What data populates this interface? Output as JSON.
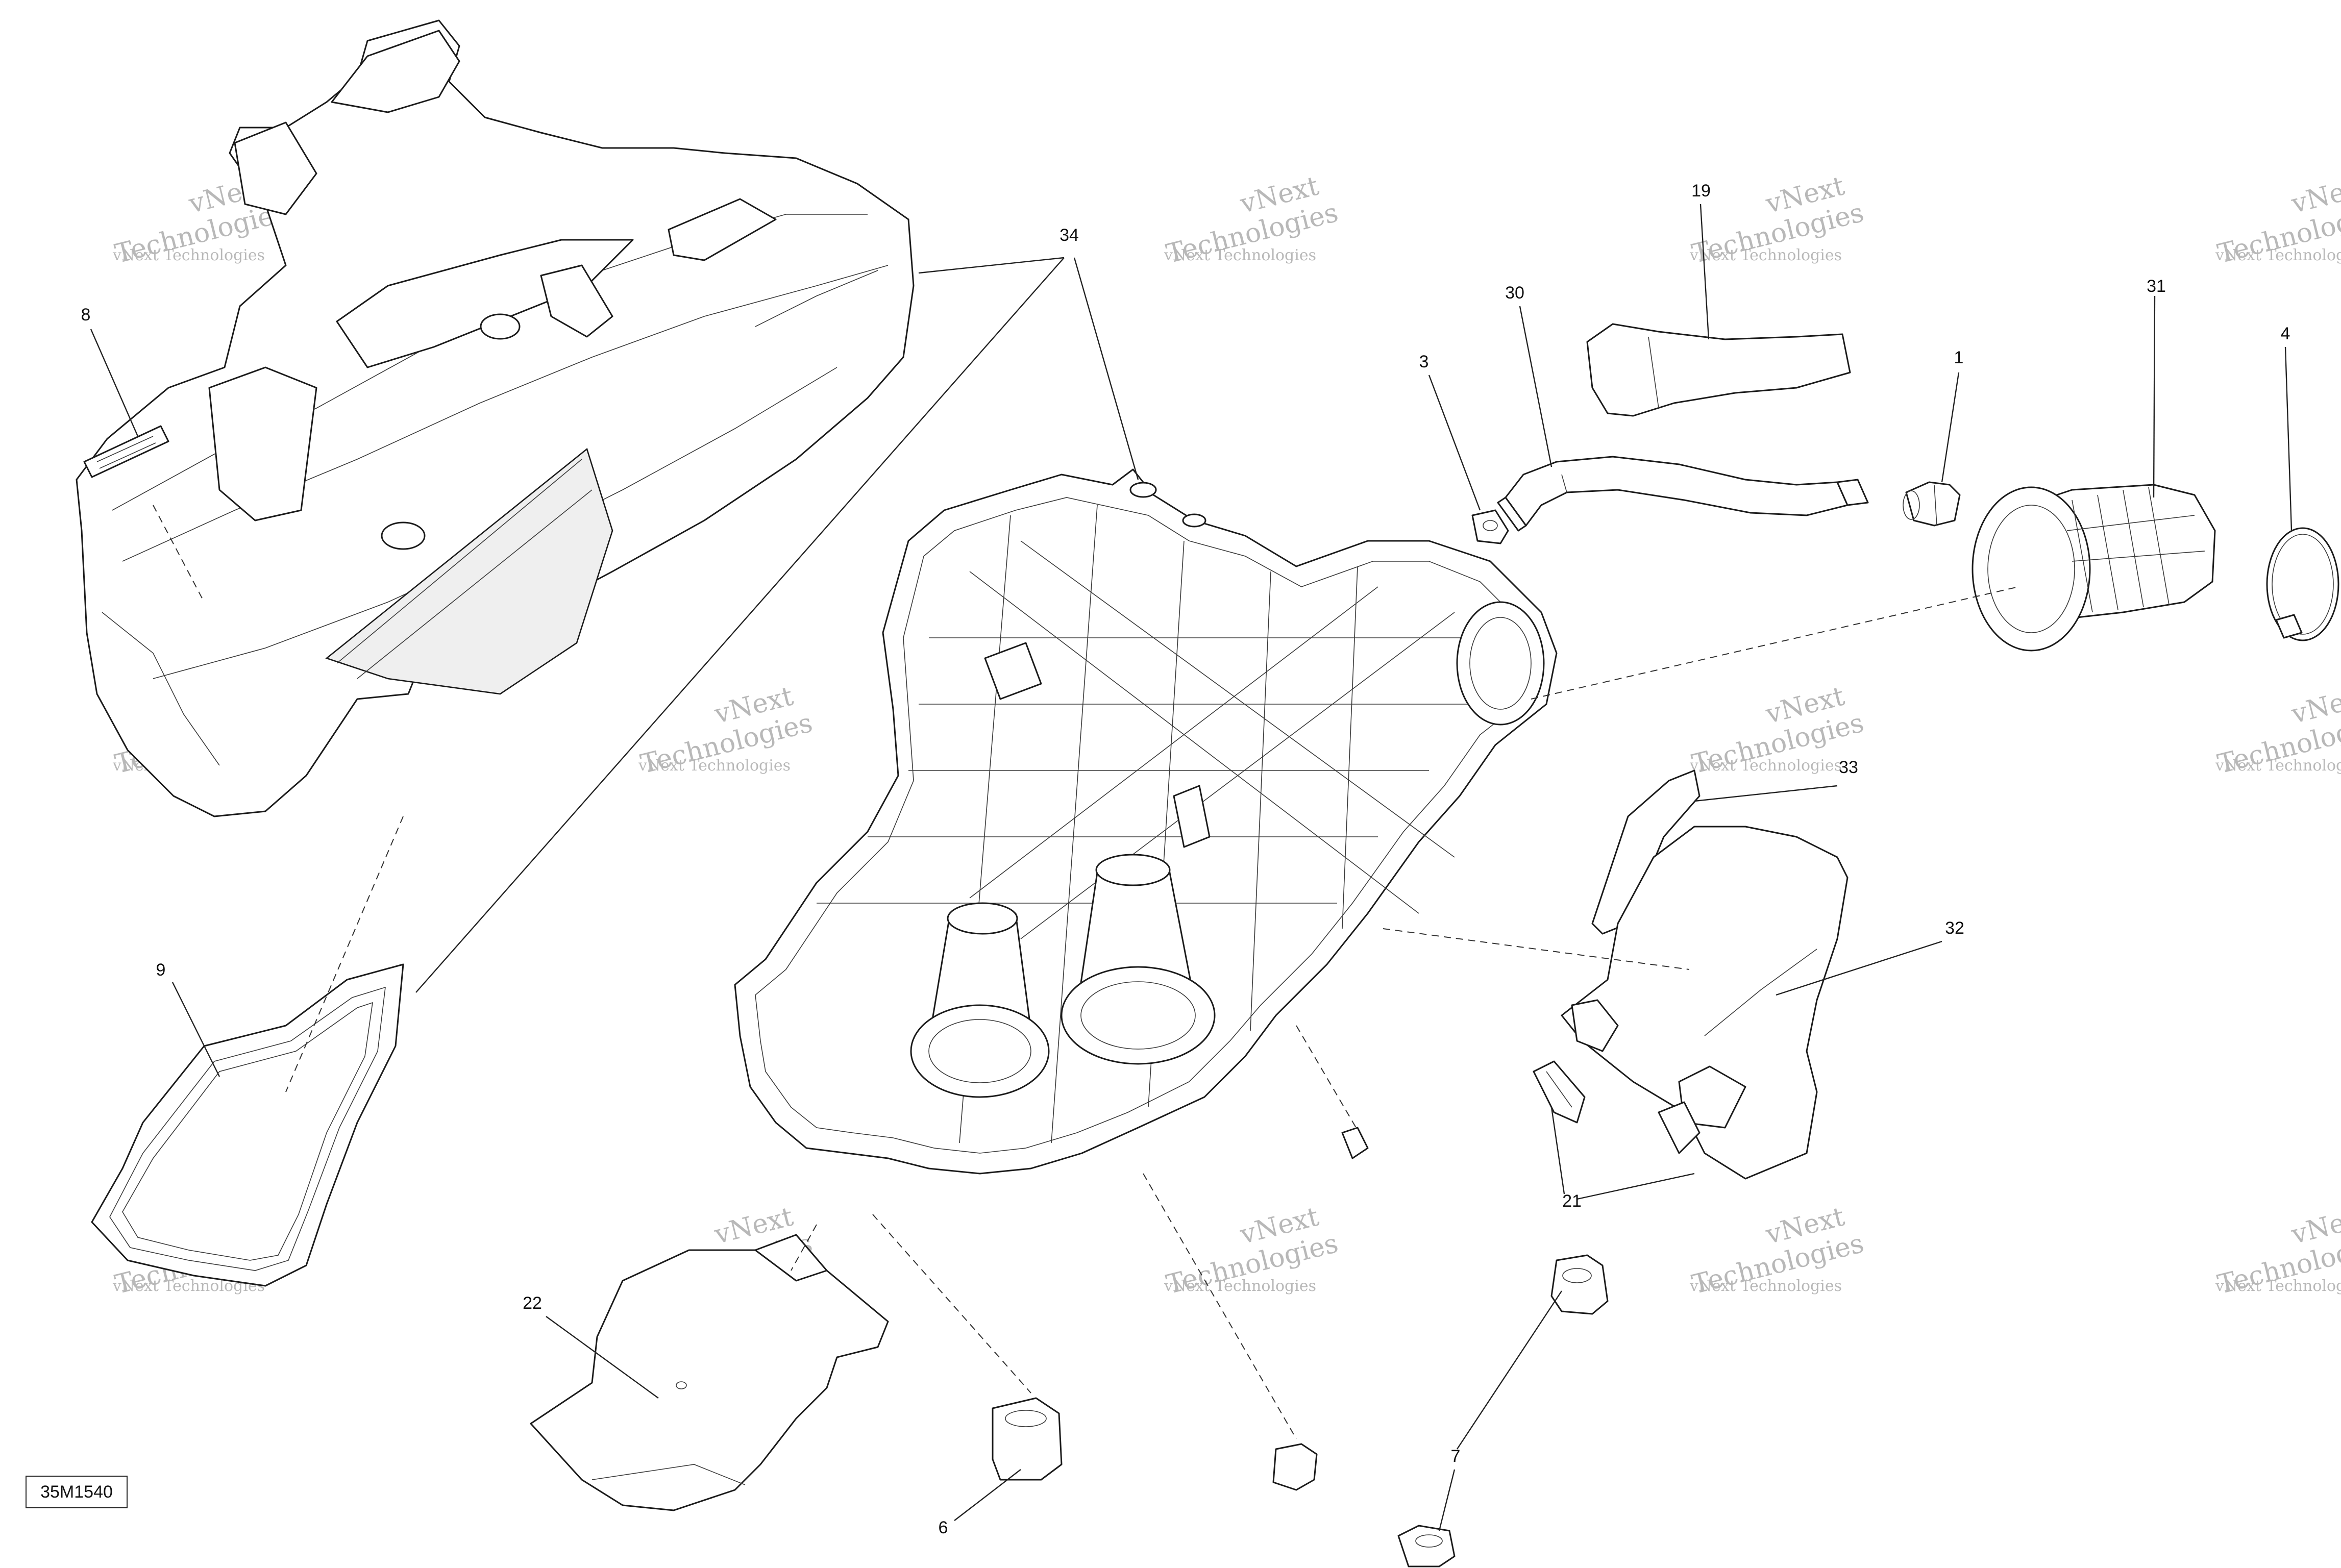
{
  "diagram": {
    "drawing_code": "35M1540",
    "watermark": {
      "line1": "vNext Technologies",
      "line2a": "vNext",
      "line2b": "Technologies"
    },
    "callouts": [
      {
        "id": "c1",
        "label": "1"
      },
      {
        "id": "c3",
        "label": "3"
      },
      {
        "id": "c4",
        "label": "4"
      },
      {
        "id": "c6",
        "label": "6"
      },
      {
        "id": "c7",
        "label": "7"
      },
      {
        "id": "c8",
        "label": "8"
      },
      {
        "id": "c9",
        "label": "9"
      },
      {
        "id": "c19",
        "label": "19"
      },
      {
        "id": "c21",
        "label": "21"
      },
      {
        "id": "c22",
        "label": "22"
      },
      {
        "id": "c30",
        "label": "30"
      },
      {
        "id": "c31",
        "label": "31"
      },
      {
        "id": "c32",
        "label": "32"
      },
      {
        "id": "c33",
        "label": "33"
      },
      {
        "id": "c34",
        "label": "34"
      }
    ]
  }
}
